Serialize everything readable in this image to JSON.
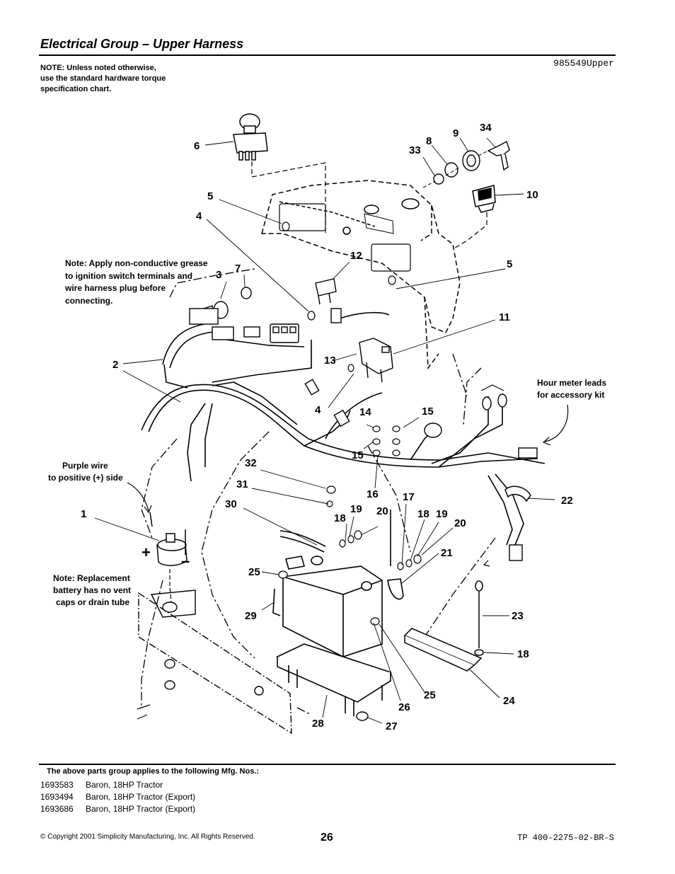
{
  "header": {
    "title": "Electrical Group – Upper Harness",
    "drawing_number": "985549Upper",
    "note_lines": [
      "NOTE: Unless noted otherwise,",
      "use the standard hardware torque",
      "specification chart."
    ]
  },
  "diagram": {
    "annotations": {
      "grease": [
        "Note: Apply non-conductive grease",
        "to ignition switch terminals and",
        "wire harness plug before",
        "connecting."
      ],
      "hour_meter": [
        "Hour meter leads",
        "for accessory kit"
      ],
      "purple_wire": [
        "Purple wire",
        "to positive (+) side"
      ],
      "battery": [
        "Note: Replacement",
        "battery has no vent",
        "caps or drain tube"
      ],
      "plus": "+",
      "minus": "–"
    },
    "callouts": [
      {
        "label": "6"
      },
      {
        "label": "8"
      },
      {
        "label": "9"
      },
      {
        "label": "34"
      },
      {
        "label": "33"
      },
      {
        "label": "10"
      },
      {
        "label": "5"
      },
      {
        "label": "4"
      },
      {
        "label": "12"
      },
      {
        "label": "5"
      },
      {
        "label": "3"
      },
      {
        "label": "7"
      },
      {
        "label": "11"
      },
      {
        "label": "2"
      },
      {
        "label": "13"
      },
      {
        "label": "4"
      },
      {
        "label": "14"
      },
      {
        "label": "15"
      },
      {
        "label": "15"
      },
      {
        "label": "32"
      },
      {
        "label": "16"
      },
      {
        "label": "31"
      },
      {
        "label": "17"
      },
      {
        "label": "22"
      },
      {
        "label": "1"
      },
      {
        "label": "30"
      },
      {
        "label": "19"
      },
      {
        "label": "20"
      },
      {
        "label": "18"
      },
      {
        "label": "18"
      },
      {
        "label": "19"
      },
      {
        "label": "20"
      },
      {
        "label": "21"
      },
      {
        "label": "25"
      },
      {
        "label": "29"
      },
      {
        "label": "23"
      },
      {
        "label": "18"
      },
      {
        "label": "25"
      },
      {
        "label": "24"
      },
      {
        "label": "26"
      },
      {
        "label": "28"
      },
      {
        "label": "27"
      }
    ]
  },
  "applies": {
    "heading": "The above parts group applies to the following Mfg. Nos.:",
    "rows": [
      {
        "number": "1693583",
        "description": "Baron, 18HP Tractor"
      },
      {
        "number": "1693494",
        "description": "Baron, 18HP Tractor (Export)"
      },
      {
        "number": "1693686",
        "description": "Baron, 18HP Tractor (Export)"
      }
    ]
  },
  "footer": {
    "copyright": "© Copyright  2001 Simplicity Manufacturing, Inc. All Rights Reserved.",
    "page_number": "26",
    "document_number": "TP 400-2275-02-BR-S"
  }
}
